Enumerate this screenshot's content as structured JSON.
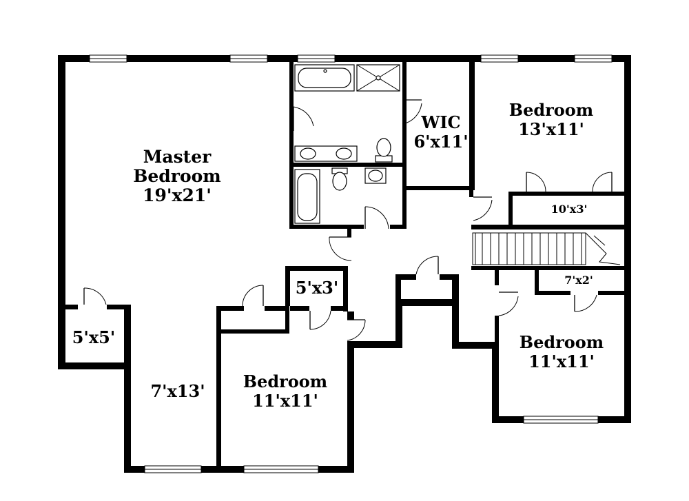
{
  "rooms": {
    "master": {
      "name_line1": "Master",
      "name_line2": "Bedroom",
      "dims": "19'x21'"
    },
    "bed_ne": {
      "name": "Bedroom",
      "dims": "13'x11'"
    },
    "wic": {
      "name": "WIC",
      "dims": "6'x11'"
    },
    "closet_ne": {
      "dims": "10'x3'"
    },
    "closet_5x3": {
      "dims": "5'x3'"
    },
    "closet_5x5": {
      "dims": "5'x5'"
    },
    "master_hall": {
      "dims": "7'x13'"
    },
    "bed_sw": {
      "name": "Bedroom",
      "dims": "11'x11'"
    },
    "closet_7x2": {
      "dims": "7'x2'"
    },
    "bed_se": {
      "name": "Bedroom",
      "dims": "11'x11'"
    }
  }
}
